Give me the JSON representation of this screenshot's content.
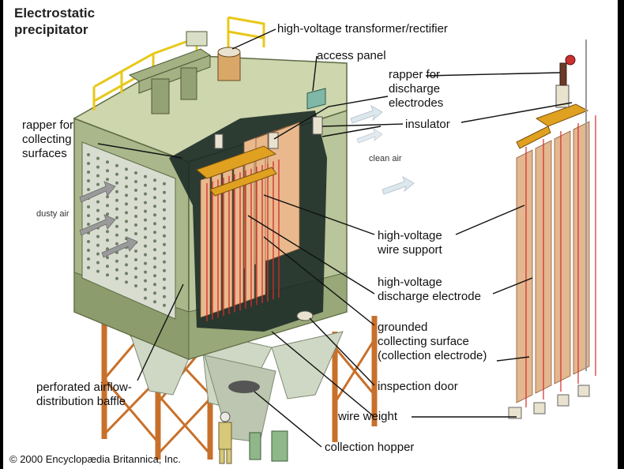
{
  "title_line1": "Electrostatic",
  "title_line2": "precipitator",
  "labels": {
    "transformer": "high-voltage transformer/rectifier",
    "access_panel": "access panel",
    "rapper_discharge_1": "rapper for",
    "rapper_discharge_2": "discharge",
    "rapper_discharge_3": "electrodes",
    "insulator": "insulator",
    "rapper_collecting_1": "rapper for",
    "rapper_collecting_2": "collecting",
    "rapper_collecting_3": "surfaces",
    "clean_air": "clean air",
    "dusty_air": "dusty air",
    "wire_support_1": "high-voltage",
    "wire_support_2": "wire support",
    "discharge_electrode_1": "high-voltage",
    "discharge_electrode_2": "discharge electrode",
    "grounded_1": "grounded",
    "grounded_2": "collecting surface",
    "grounded_3": "(collection electrode)",
    "baffle_1": "perforated airflow-",
    "baffle_2": "distribution baffle",
    "inspection_door": "inspection door",
    "wire_weight": "wire weight",
    "collection_hopper": "collection hopper"
  },
  "copyright": "© 2000 Encyclopædia Britannica, Inc.",
  "colors": {
    "housing": "#b9c59a",
    "housing_dark": "#8d9c6c",
    "roof": "#cdd6ad",
    "railing": "#e8c81a",
    "plates": "#e9b98d",
    "wires": "#d42c2c",
    "frame": "#e0a020",
    "legs": "#c8702a",
    "panel": "#7fb8a6"
  }
}
